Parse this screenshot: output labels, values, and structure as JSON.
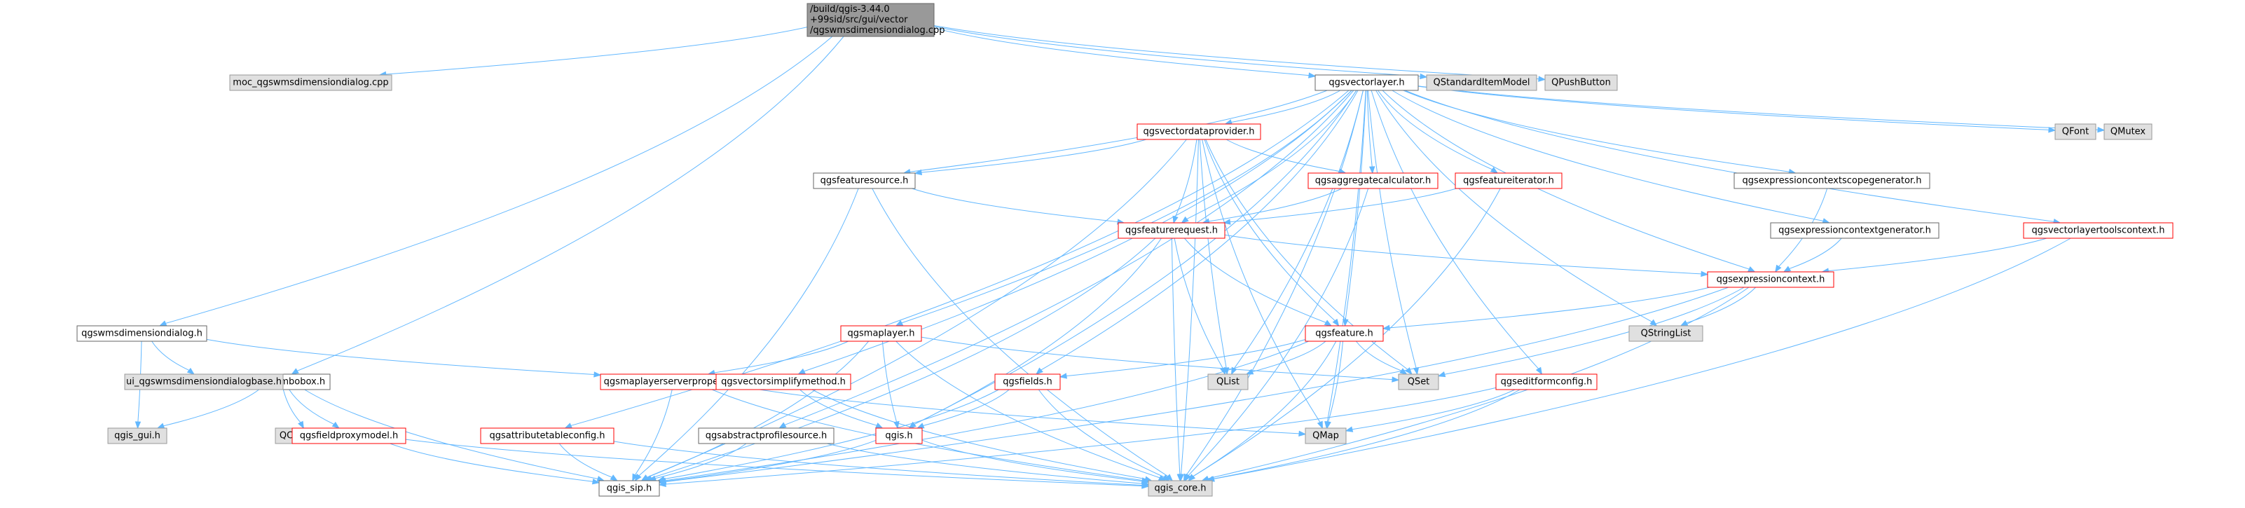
{
  "graph": {
    "colors": {
      "root_fill": "#999999",
      "root_stroke": "#666666",
      "node_fill": "#ffffff",
      "node_stroke": "#666666",
      "red_stroke": "#ff0000",
      "grey_fill": "#e0e0e0",
      "grey_stroke": "#999999",
      "edge": "#63b8ff",
      "text": "#000000"
    },
    "nodes": [
      {
        "id": "root",
        "lines": [
          "/build/qgis-3.44.0",
          "+99sid/src/gui/vector",
          "/qgswmsdimensiondialog.cpp"
        ],
        "style": "root"
      },
      {
        "id": "moc",
        "lines": [
          "moc_qgswmsdimensiondialog.cpp"
        ],
        "style": "grey"
      },
      {
        "id": "vectorlayer",
        "lines": [
          "qgsvectorlayer.h"
        ],
        "style": "normal"
      },
      {
        "id": "qstdmodel",
        "lines": [
          "QStandardItemModel"
        ],
        "style": "grey"
      },
      {
        "id": "qpushbutton",
        "lines": [
          "QPushButton"
        ],
        "style": "grey"
      },
      {
        "id": "wmsdimdialog",
        "lines": [
          "qgswmsdimensiondialog.h"
        ],
        "style": "normal"
      },
      {
        "id": "fieldcombobox",
        "lines": [
          "qgsfieldcombobox.h"
        ],
        "style": "normal"
      },
      {
        "id": "vectordataprovider",
        "lines": [
          "qgsvectordataprovider.h"
        ],
        "style": "red"
      },
      {
        "id": "featuresource",
        "lines": [
          "qgsfeaturesource.h"
        ],
        "style": "normal"
      },
      {
        "id": "aggregatecalc",
        "lines": [
          "qgsaggregatecalculator.h"
        ],
        "style": "red"
      },
      {
        "id": "featureiterator",
        "lines": [
          "qgsfeatureiterator.h"
        ],
        "style": "red"
      },
      {
        "id": "exprscopegen",
        "lines": [
          "qgsexpressioncontextscopegenerator.h"
        ],
        "style": "normal"
      },
      {
        "id": "qfont",
        "lines": [
          "QFont"
        ],
        "style": "grey"
      },
      {
        "id": "qmutex",
        "lines": [
          "QMutex"
        ],
        "style": "grey"
      },
      {
        "id": "featurerequest",
        "lines": [
          "qgsfeaturerequest.h"
        ],
        "style": "red"
      },
      {
        "id": "exprgen",
        "lines": [
          "qgsexpressioncontextgenerator.h"
        ],
        "style": "normal"
      },
      {
        "id": "vltoolscontext",
        "lines": [
          "qgsvectorlayertoolscontext.h"
        ],
        "style": "red"
      },
      {
        "id": "exprcontext",
        "lines": [
          "qgsexpressioncontext.h"
        ],
        "style": "red"
      },
      {
        "id": "qstringlist",
        "lines": [
          "QStringList"
        ],
        "style": "grey"
      },
      {
        "id": "maplayer",
        "lines": [
          "qgsmaplayer.h"
        ],
        "style": "red"
      },
      {
        "id": "feature",
        "lines": [
          "qgsfeature.h"
        ],
        "style": "red"
      },
      {
        "id": "ui_base",
        "lines": [
          "ui_qgswmsdimensiondialogbase.h"
        ],
        "style": "grey"
      },
      {
        "id": "qset",
        "lines": [
          "QSet"
        ],
        "style": "grey"
      },
      {
        "id": "qlist",
        "lines": [
          "QList"
        ],
        "style": "grey"
      },
      {
        "id": "maplayerserverprops",
        "lines": [
          "qgsmaplayerserverproperties.h"
        ],
        "style": "red"
      },
      {
        "id": "vectorsimplify",
        "lines": [
          "qgsvectorsimplifymethod.h"
        ],
        "style": "red"
      },
      {
        "id": "fields",
        "lines": [
          "qgsfields.h"
        ],
        "style": "red"
      },
      {
        "id": "editformconfig",
        "lines": [
          "qgseditformconfig.h"
        ],
        "style": "red"
      },
      {
        "id": "qgis_gui",
        "lines": [
          "qgis_gui.h"
        ],
        "style": "grey"
      },
      {
        "id": "qcombobox",
        "lines": [
          "QComboBox"
        ],
        "style": "grey"
      },
      {
        "id": "fieldproxymodel",
        "lines": [
          "qgsfieldproxymodel.h"
        ],
        "style": "red"
      },
      {
        "id": "attrtableconfig",
        "lines": [
          "qgsattributetableconfig.h"
        ],
        "style": "red"
      },
      {
        "id": "abstractprofilesource",
        "lines": [
          "qgsabstractprofilesource.h"
        ],
        "style": "normal"
      },
      {
        "id": "qgis",
        "lines": [
          "qgis.h"
        ],
        "style": "red"
      },
      {
        "id": "qmap",
        "lines": [
          "QMap"
        ],
        "style": "grey"
      },
      {
        "id": "qgis_sip",
        "lines": [
          "qgis_sip.h"
        ],
        "style": "normal"
      },
      {
        "id": "qgis_core",
        "lines": [
          "qgis_core.h"
        ],
        "style": "grey"
      }
    ],
    "edges": [
      [
        "root",
        "moc"
      ],
      [
        "root",
        "vectorlayer"
      ],
      [
        "root",
        "qstdmodel"
      ],
      [
        "root",
        "qpushbutton"
      ],
      [
        "root",
        "wmsdimdialog"
      ],
      [
        "root",
        "fieldcombobox"
      ],
      [
        "vectorlayer",
        "vectordataprovider"
      ],
      [
        "vectorlayer",
        "featuresource"
      ],
      [
        "vectorlayer",
        "aggregatecalc"
      ],
      [
        "vectorlayer",
        "featureiterator"
      ],
      [
        "vectorlayer",
        "exprscopegen"
      ],
      [
        "vectorlayer",
        "qfont"
      ],
      [
        "vectorlayer",
        "qmutex"
      ],
      [
        "vectorlayer",
        "featurerequest"
      ],
      [
        "vectorlayer",
        "exprgen"
      ],
      [
        "vectorlayer",
        "vltoolscontext"
      ],
      [
        "vectorlayer",
        "exprcontext"
      ],
      [
        "vectorlayer",
        "qstringlist"
      ],
      [
        "vectorlayer",
        "maplayer"
      ],
      [
        "vectorlayer",
        "feature"
      ],
      [
        "vectorlayer",
        "qset"
      ],
      [
        "vectorlayer",
        "qlist"
      ],
      [
        "vectorlayer",
        "fields"
      ],
      [
        "vectorlayer",
        "editformconfig"
      ],
      [
        "vectorlayer",
        "vectorsimplify"
      ],
      [
        "vectorlayer",
        "attrtableconfig"
      ],
      [
        "vectorlayer",
        "abstractprofilesource"
      ],
      [
        "vectorlayer",
        "qgis"
      ],
      [
        "vectorlayer",
        "qmap"
      ],
      [
        "vectorlayer",
        "qgis_core"
      ],
      [
        "vectordataprovider",
        "featuresource"
      ],
      [
        "vectordataprovider",
        "aggregatecalc"
      ],
      [
        "vectordataprovider",
        "featurerequest"
      ],
      [
        "vectordataprovider",
        "feature"
      ],
      [
        "vectordataprovider",
        "qset"
      ],
      [
        "vectordataprovider",
        "qlist"
      ],
      [
        "vectordataprovider",
        "qmap"
      ],
      [
        "vectordataprovider",
        "qgis_sip"
      ],
      [
        "vectordataprovider",
        "qgis_core"
      ],
      [
        "featuresource",
        "featurerequest"
      ],
      [
        "featuresource",
        "qgis_sip"
      ],
      [
        "featuresource",
        "qgis_core"
      ],
      [
        "aggregatecalc",
        "featurerequest"
      ],
      [
        "aggregatecalc",
        "qgis_core"
      ],
      [
        "featureiterator",
        "featurerequest"
      ],
      [
        "featureiterator",
        "qgis_core"
      ],
      [
        "exprscopegen",
        "exprcontext"
      ],
      [
        "exprgen",
        "exprcontext"
      ],
      [
        "vltoolscontext",
        "exprcontext"
      ],
      [
        "vltoolscontext",
        "qgis_core"
      ],
      [
        "featurerequest",
        "exprcontext"
      ],
      [
        "featurerequest",
        "feature"
      ],
      [
        "featurerequest",
        "qlist"
      ],
      [
        "featurerequest",
        "qgis"
      ],
      [
        "featurerequest",
        "qgis_sip"
      ],
      [
        "featurerequest",
        "qgis_core"
      ],
      [
        "exprcontext",
        "feature"
      ],
      [
        "exprcontext",
        "qstringlist"
      ],
      [
        "exprcontext",
        "qset"
      ],
      [
        "exprcontext",
        "qgis_sip"
      ],
      [
        "exprcontext",
        "qgis_core"
      ],
      [
        "maplayer",
        "maplayerserverprops"
      ],
      [
        "maplayer",
        "qset"
      ],
      [
        "maplayer",
        "qgis"
      ],
      [
        "maplayer",
        "qgis_sip"
      ],
      [
        "maplayer",
        "qgis_core"
      ],
      [
        "feature",
        "fields"
      ],
      [
        "feature",
        "qset"
      ],
      [
        "feature",
        "qlist"
      ],
      [
        "feature",
        "qmap"
      ],
      [
        "feature",
        "qgis_sip"
      ],
      [
        "feature",
        "qgis_core"
      ],
      [
        "wmsdimdialog",
        "ui_base"
      ],
      [
        "wmsdimdialog",
        "maplayerserverprops"
      ],
      [
        "wmsdimdialog",
        "qgis_gui"
      ],
      [
        "fieldcombobox",
        "qgis_gui"
      ],
      [
        "fieldcombobox",
        "qcombobox"
      ],
      [
        "fieldcombobox",
        "fieldproxymodel"
      ],
      [
        "fieldcombobox",
        "qgis_sip"
      ],
      [
        "maplayerserverprops",
        "qmap"
      ],
      [
        "maplayerserverprops",
        "qgis_sip"
      ],
      [
        "maplayerserverprops",
        "qgis_core"
      ],
      [
        "vectorsimplify",
        "qgis"
      ],
      [
        "vectorsimplify",
        "qgis_core"
      ],
      [
        "fields",
        "qgis"
      ],
      [
        "fields",
        "qgis_sip"
      ],
      [
        "fields",
        "qgis_core"
      ],
      [
        "editformconfig",
        "qmap"
      ],
      [
        "editformconfig",
        "qgis_sip"
      ],
      [
        "editformconfig",
        "qgis_core"
      ],
      [
        "fieldproxymodel",
        "qgis_sip"
      ],
      [
        "fieldproxymodel",
        "qgis_core"
      ],
      [
        "attrtableconfig",
        "qgis_sip"
      ],
      [
        "attrtableconfig",
        "qgis_core"
      ],
      [
        "abstractprofilesource",
        "qgis_sip"
      ],
      [
        "abstractprofilesource",
        "qgis_core"
      ],
      [
        "qgis",
        "qgis_sip"
      ],
      [
        "qgis",
        "qgis_core"
      ]
    ]
  }
}
